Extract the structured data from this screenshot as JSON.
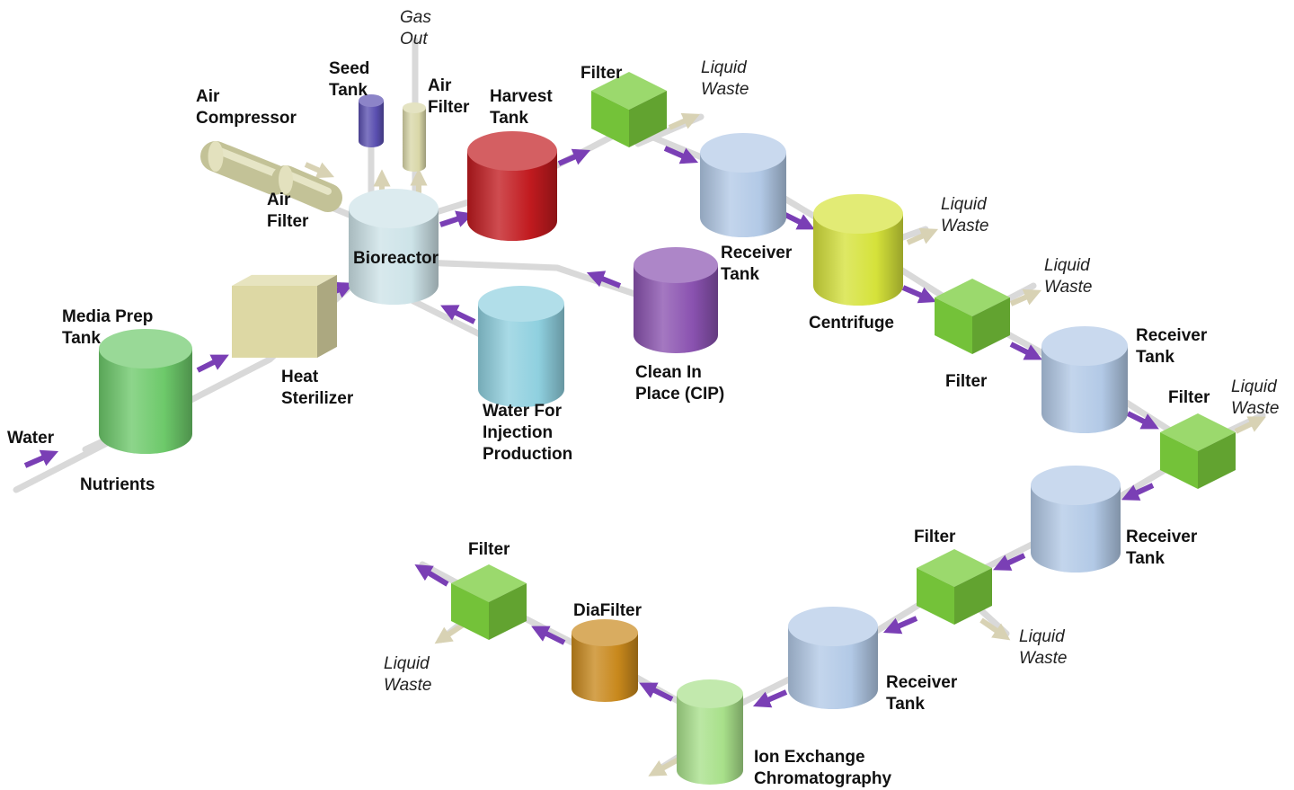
{
  "colors": {
    "pipe": "#d9d9d9",
    "arrow": "#7a3fb5",
    "waste_arrow": "#d8d2b4",
    "media_tank": "#6dc96a",
    "heat_sterilizer": "#ddd8a4",
    "bioreactor": "#cde3e8",
    "seed_tank": "#5a4fb0",
    "air_filter": "#d9d7a8",
    "harvest_tank": "#c11a1f",
    "filter": "#7acc3c",
    "receiver_tank": "#b2c9e6",
    "centrifuge": "#d5e23a",
    "cip": "#8a52b0",
    "wfi": "#8fd0df",
    "ion_exchange": "#a8e08a",
    "diafilter": "#c8881c"
  },
  "labels": {
    "water": "Water",
    "nutrients": "Nutrients",
    "media_prep_tank": [
      "Media Prep",
      "Tank"
    ],
    "heat_sterilizer": [
      "Heat",
      "Sterilizer"
    ],
    "air_compressor": [
      "Air",
      "Compressor"
    ],
    "air_filter_left": [
      "Air",
      "Filter"
    ],
    "seed_tank": [
      "Seed",
      "Tank"
    ],
    "gas_out": [
      "Gas",
      "Out"
    ],
    "air_filter_top": [
      "Air",
      "Filter"
    ],
    "bioreactor": "Bioreactor",
    "harvest_tank": [
      "Harvest",
      "Tank"
    ],
    "water_for_injection": [
      "Water For",
      "Injection",
      "Production"
    ],
    "clean_in_place": [
      "Clean In",
      "Place (CIP)"
    ],
    "filter_1": "Filter",
    "liquid_waste_1": [
      "Liquid",
      "Waste"
    ],
    "receiver_tank_1": [
      "Receiver",
      "Tank"
    ],
    "centrifuge": "Centrifuge",
    "liquid_waste_2": [
      "Liquid",
      "Waste"
    ],
    "filter_2": "Filter",
    "liquid_waste_3": [
      "Liquid",
      "Waste"
    ],
    "receiver_tank_2": [
      "Receiver",
      "Tank"
    ],
    "filter_3": "Filter",
    "liquid_waste_4": [
      "Liquid",
      "Waste"
    ],
    "receiver_tank_3": [
      "Receiver",
      "Tank"
    ],
    "filter_4": "Filter",
    "liquid_waste_5": [
      "Liquid",
      "Waste"
    ],
    "receiver_tank_4": [
      "Receiver",
      "Tank"
    ],
    "ion_exchange": [
      "Ion Exchange",
      "Chromatography"
    ],
    "diafilter": "DiaFilter",
    "filter_5": "Filter",
    "liquid_waste_6": [
      "Liquid",
      "Waste"
    ]
  }
}
